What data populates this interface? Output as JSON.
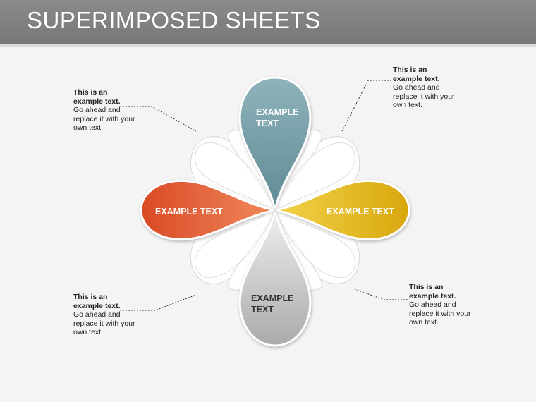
{
  "slide": {
    "title": "SUPERIMPOSED SHEETS"
  },
  "petals": {
    "top": {
      "line1": "EXAMPLE",
      "line2": "TEXT",
      "color": "#6e9aa3"
    },
    "left": {
      "line1": "EXAMPLE TEXT",
      "color": "#e05a34"
    },
    "right": {
      "line1": "EXAMPLE TEXT",
      "color": "#e7bd1a"
    },
    "bottom": {
      "line1": "EXAMPLE",
      "line2": "TEXT",
      "color": "#c4c4c4"
    }
  },
  "callouts": {
    "top_left": {
      "line1": "This is an",
      "line2": "example text.",
      "line3": "Go ahead and",
      "line4": "replace it with your",
      "line5": "own text."
    },
    "top_right": {
      "line1": "This is an",
      "line2": "example text.",
      "line3": "Go ahead and",
      "line4": "replace it with your",
      "line5": "own text."
    },
    "bottom_left": {
      "line1": "This is an",
      "line2": "example text.",
      "line3": "Go ahead and",
      "line4": "replace it with your",
      "line5": "own text."
    },
    "bottom_right": {
      "line1": "This is an",
      "line2": "example text.",
      "line3": "Go ahead and",
      "line4": "replace it with your",
      "line5": "own text."
    }
  }
}
